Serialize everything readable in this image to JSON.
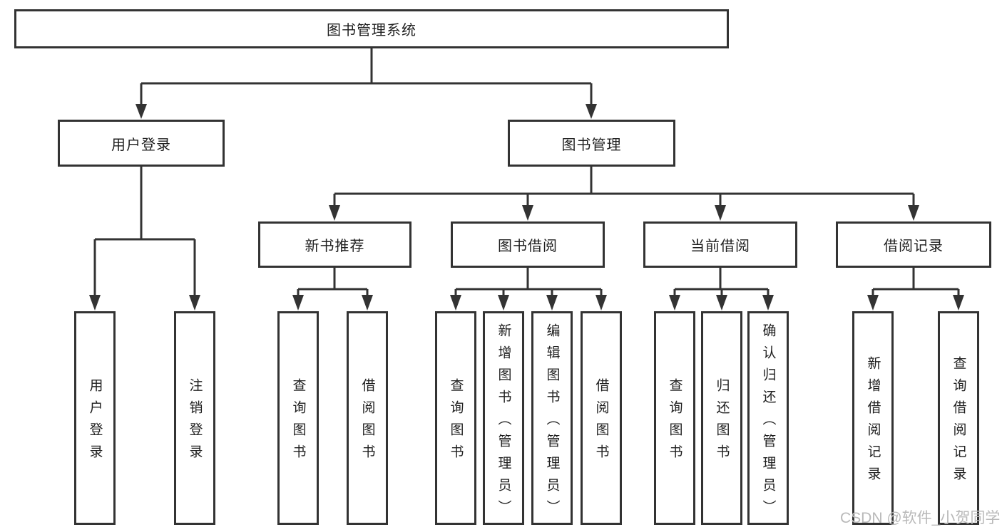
{
  "colors": {
    "line": "#333333",
    "box_border": "#333333",
    "text": "#1f1f1f",
    "watermark": "#b9b9b9",
    "background": "#ffffff"
  },
  "watermark": {
    "text": "CSDN @软件_小贺同学"
  },
  "tree": {
    "root": {
      "label": "图书管理系统"
    },
    "branches": [
      {
        "label": "用户登录",
        "children": [
          {
            "label": "用户登录"
          },
          {
            "label": "注销登录"
          }
        ]
      },
      {
        "label": "图书管理",
        "children": [
          {
            "label": "新书推荐",
            "children": [
              {
                "label": "查询图书"
              },
              {
                "label": "借阅图书"
              }
            ]
          },
          {
            "label": "图书借阅",
            "children": [
              {
                "label": "查询图书"
              },
              {
                "label": "新增图书（管理员）"
              },
              {
                "label": "编辑图书（管理员）"
              },
              {
                "label": "借阅图书"
              }
            ]
          },
          {
            "label": "当前借阅",
            "children": [
              {
                "label": "查询图书"
              },
              {
                "label": "归还图书"
              },
              {
                "label": "确认归还（管理员）"
              }
            ]
          },
          {
            "label": "借阅记录",
            "children": [
              {
                "label": "新增借阅记录"
              },
              {
                "label": "查询借阅记录"
              }
            ]
          }
        ]
      }
    ]
  }
}
